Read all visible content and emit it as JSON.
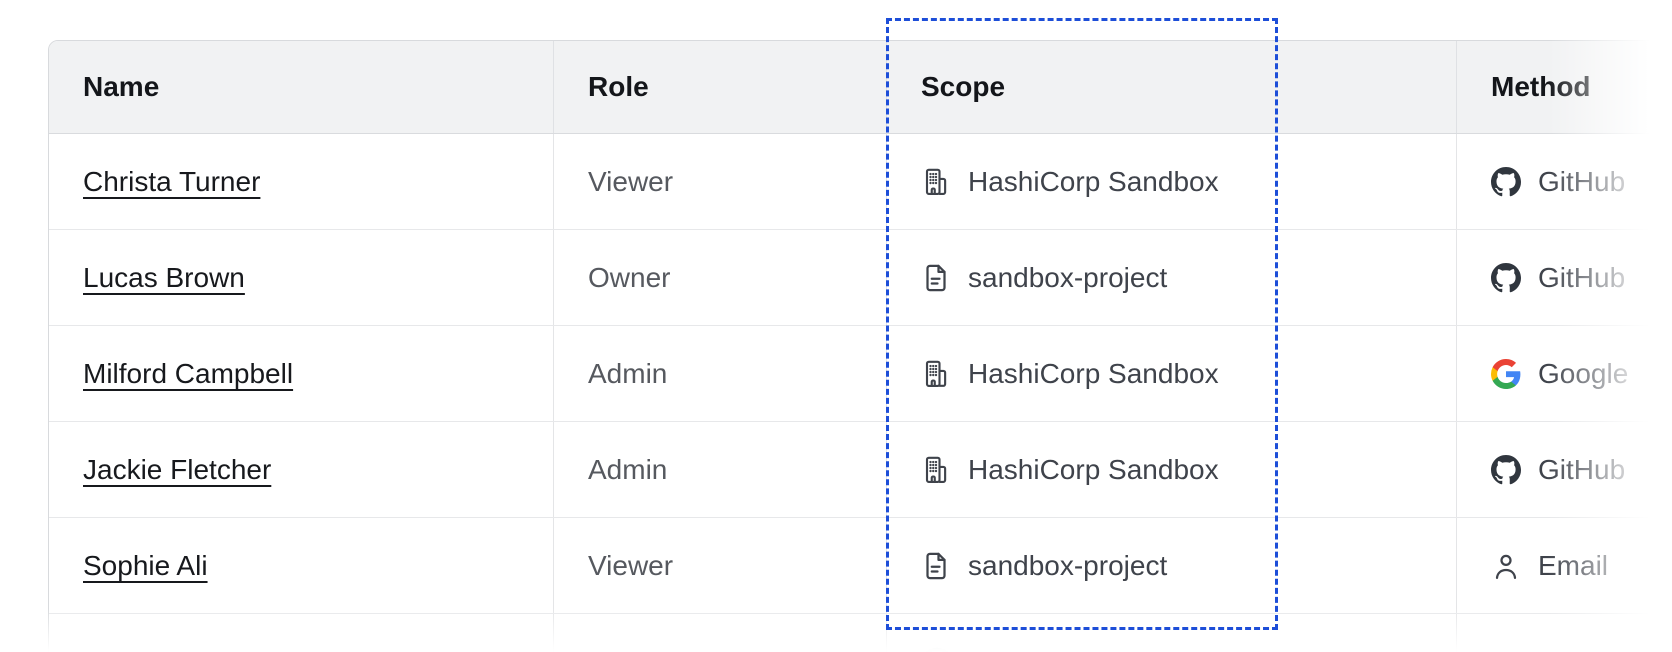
{
  "table": {
    "columns": [
      {
        "key": "name",
        "label": "Name"
      },
      {
        "key": "role",
        "label": "Role"
      },
      {
        "key": "scope",
        "label": "Scope"
      },
      {
        "key": "method",
        "label": "Method"
      }
    ],
    "rows": [
      {
        "name": "Christa Turner",
        "role": "Viewer",
        "scope": "HashiCorp Sandbox",
        "scope_icon": "building-icon",
        "method": "GitHub",
        "method_icon": "github-icon"
      },
      {
        "name": "Lucas Brown",
        "role": "Owner",
        "scope": "sandbox-project",
        "scope_icon": "file-text-icon",
        "method": "GitHub",
        "method_icon": "github-icon"
      },
      {
        "name": "Milford Campbell",
        "role": "Admin",
        "scope": "HashiCorp Sandbox",
        "scope_icon": "building-icon",
        "method": "Google",
        "method_icon": "google-icon"
      },
      {
        "name": "Jackie Fletcher",
        "role": "Admin",
        "scope": "HashiCorp Sandbox",
        "scope_icon": "building-icon",
        "method": "GitHub",
        "method_icon": "github-icon"
      },
      {
        "name": "Sophie Ali",
        "role": "Viewer",
        "scope": "sandbox-project",
        "scope_icon": "file-text-icon",
        "method": "Email",
        "method_icon": "user-icon"
      }
    ]
  },
  "annotation": {
    "type": "dashed-selection-box",
    "target": "scope-column",
    "border_color": "#1d4ed8"
  },
  "colors": {
    "header_bg": "#f1f2f3",
    "outer_border": "#d8dadd",
    "row_border": "#e7e8ea",
    "header_text": "#14161a",
    "link_text": "#17191d",
    "muted_text": "#56595f",
    "body_text": "#3f434b",
    "google_blue": "#4285F4",
    "google_green": "#34A853",
    "google_yellow": "#FBBC05",
    "google_red": "#EA4335"
  }
}
